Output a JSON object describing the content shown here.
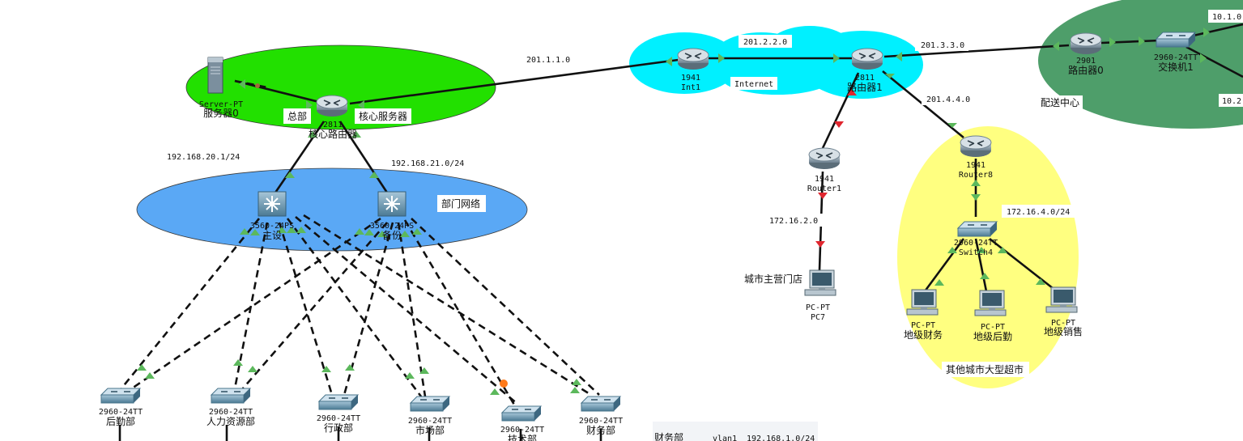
{
  "colors": {
    "green_zone": "#22e000",
    "blue_zone": "#5aa8f5",
    "cyan_zone": "#00f0ff",
    "yellow_zone": "#ffff80",
    "dark_green_zone": "#4e9e6a",
    "link": "#111111",
    "up_indicator": "#5cb85c",
    "down_indicator": "#e0262f"
  },
  "zones": {
    "hq": "总部",
    "core_servers": "核心服务器",
    "dept_network": "部门网络",
    "internet": "Internet",
    "distribution": "配送中心",
    "other_city": "其他城市大型超市",
    "city_store": "城市主营门店"
  },
  "networks": {
    "n1": "201.1.1.0",
    "n2": "201.2.2.0",
    "n3": "201.3.3.0",
    "n4": "201.4.4.0",
    "lan20": "192.168.20.1/24",
    "lan21": "192.168.21.0/24",
    "lan_store": "172.16.2.0",
    "lan_other": "172.16.4.0/24",
    "lan_dc1": "10.1.0.",
    "lan_dc2": "10.2"
  },
  "devices": {
    "server0": {
      "model": "Server-PT",
      "name": "服务器0",
      "icon": "server-icon"
    },
    "core_router": {
      "model": "2811",
      "name": "核心路由器",
      "icon": "router-icon"
    },
    "main_sw": {
      "model": "3560-24PS",
      "name": "主设",
      "icon": "multilayer-switch-icon"
    },
    "backup_sw": {
      "model": "3560-24PS",
      "name": "备份",
      "icon": "multilayer-switch-icon"
    },
    "int1": {
      "model": "1941",
      "name": "Int1",
      "icon": "router-icon"
    },
    "router1_isp": {
      "model": "2811",
      "name": "路由器1",
      "icon": "router-icon"
    },
    "router1": {
      "model": "1941",
      "name": "Router1",
      "icon": "router-icon"
    },
    "pc7": {
      "model": "PC-PT",
      "name": "PC7",
      "icon": "pc-icon"
    },
    "router8": {
      "model": "1941",
      "name": "Router8",
      "icon": "router-icon"
    },
    "switch4": {
      "model": "2960-24TT",
      "name": "Switch4",
      "icon": "switch-icon"
    },
    "pc_finance": {
      "model": "PC-PT",
      "name": "地级财务",
      "icon": "pc-icon"
    },
    "pc_logistics": {
      "model": "PC-PT",
      "name": "地级后勤",
      "icon": "pc-icon"
    },
    "pc_sales": {
      "model": "PC-PT",
      "name": "地级销售",
      "icon": "pc-icon"
    },
    "router0": {
      "model": "2901",
      "name": "路由器0",
      "icon": "router-icon"
    },
    "switch1": {
      "model": "2960-24TT",
      "name": "交换机1",
      "icon": "switch-icon"
    },
    "sw_logistics": {
      "model": "2960-24TT",
      "name": "后勤部",
      "icon": "switch-icon"
    },
    "sw_hr": {
      "model": "2960-24TT",
      "name": "人力资源部",
      "icon": "switch-icon"
    },
    "sw_admin": {
      "model": "2960-24TT",
      "name": "行政部",
      "icon": "switch-icon"
    },
    "sw_market": {
      "model": "2960-24TT",
      "name": "市场部",
      "icon": "switch-icon"
    },
    "sw_tech": {
      "model": "2960-24TT",
      "name": "技术部",
      "icon": "switch-icon"
    },
    "sw_finance": {
      "model": "2960-24TT",
      "name": "财务部",
      "icon": "switch-icon"
    }
  },
  "note": {
    "dept": "财务部",
    "vlan": "vlan1",
    "ip": "192.168.1.0/24"
  }
}
